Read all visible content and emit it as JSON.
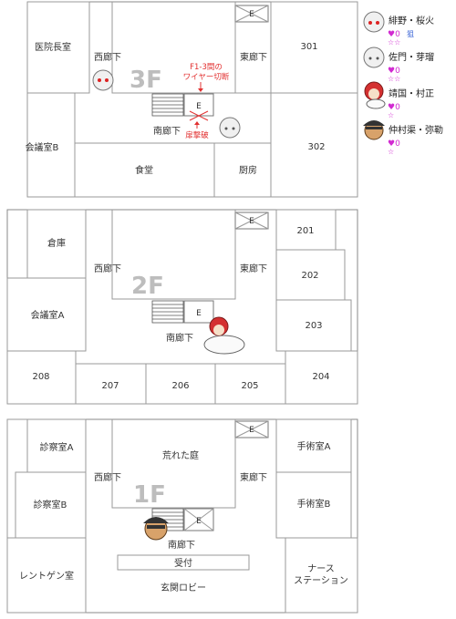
{
  "floors": {
    "f3": {
      "label": "3F",
      "rooms": {
        "director": "医院長室",
        "conference_b": "会議室B",
        "r301": "301",
        "r302": "302",
        "cafeteria": "食堂",
        "kitchen": "厨房",
        "west_corridor": "西廊下",
        "east_corridor": "東廊下",
        "south_corridor": "南廊下",
        "elevator": "E"
      },
      "annotations": {
        "wire_line1": "F1-3間の",
        "wire_line2": "ワイヤー切断",
        "door_broken": "扉撃破"
      }
    },
    "f2": {
      "label": "2F",
      "rooms": {
        "storage": "倉庫",
        "conference_a": "会議室A",
        "r201": "201",
        "r202": "202",
        "r203": "203",
        "r204": "204",
        "r205": "205",
        "r206": "206",
        "r207": "207",
        "r208": "208",
        "west_corridor": "西廊下",
        "east_corridor": "東廊下",
        "south_corridor": "南廊下",
        "elevator": "E"
      }
    },
    "f1": {
      "label": "1F",
      "rooms": {
        "exam_a": "診察室A",
        "exam_b": "診察室B",
        "surgery_a": "手術室A",
        "surgery_b": "手術室B",
        "courtyard": "荒れた庭",
        "reception": "受付",
        "lobby": "玄関ロビー",
        "xray": "レントゲン室",
        "nurse_line1": "ナース",
        "nurse_line2": "ステーション",
        "west_corridor": "西廊下",
        "east_corridor": "東廊下",
        "south_corridor": "南廊下",
        "elevator": "E"
      }
    }
  },
  "legend": [
    {
      "name": "緋野・桜火",
      "hearts": "♥0",
      "stars": "☆☆",
      "tag": "狙"
    },
    {
      "name": "佐門・芽瑠",
      "hearts": "♥0",
      "stars": "☆☆",
      "tag": ""
    },
    {
      "name": "靖国・村正",
      "hearts": "♥0",
      "stars": "☆",
      "tag": ""
    },
    {
      "name": "仲村渠・弥勒",
      "hearts": "♥0",
      "stars": "☆",
      "tag": ""
    }
  ],
  "colors": {
    "heart": "#d12ad1",
    "annotation": "#e23030",
    "tag": "#3a64d6"
  }
}
